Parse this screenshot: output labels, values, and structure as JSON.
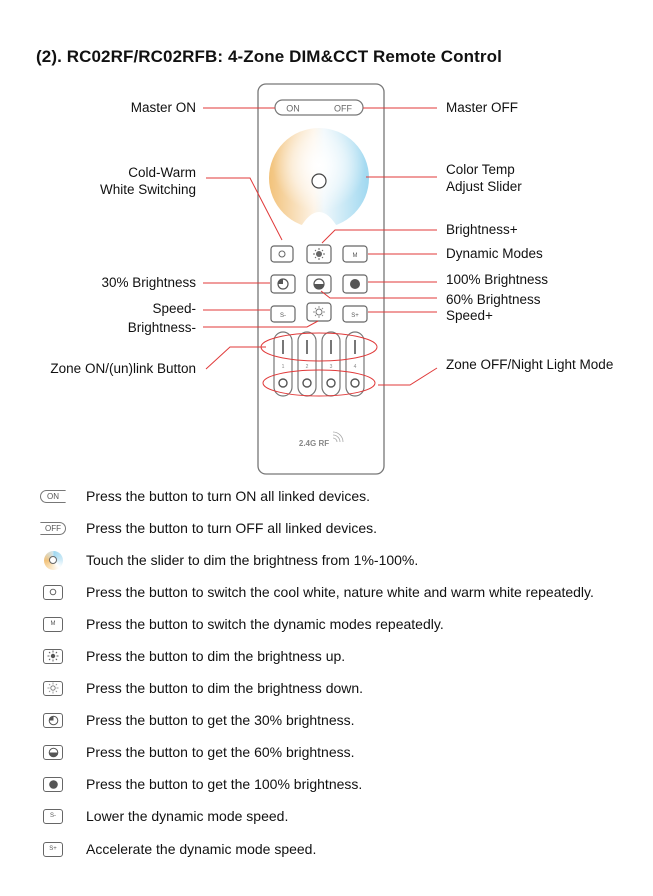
{
  "title": "(2). RC02RF/RC02RFB: 4-Zone DIM&CCT Remote Control",
  "remote": {
    "on_label": "ON",
    "off_label": "OFF",
    "mode_label": "M",
    "speed_minus_label": "S-",
    "speed_plus_label": "S+",
    "zones": [
      "1",
      "2",
      "3",
      "4"
    ],
    "brand_label": "2.4G RF"
  },
  "callouts": {
    "master_on": "Master ON",
    "master_off": "Master OFF",
    "cold_warm_line1": "Cold-Warm",
    "cold_warm_line2": "White Switching",
    "color_temp_line1": "Color Temp",
    "color_temp_line2": "Adjust Slider",
    "brightness_plus": "Brightness+",
    "dynamic_modes": "Dynamic Modes",
    "brightness_30": "30% Brightness",
    "brightness_100": "100% Brightness",
    "brightness_60": "60% Brightness",
    "speed_minus": "Speed-",
    "speed_plus": "Speed+",
    "brightness_minus": "Brightness-",
    "zone_on": "Zone ON/(un)link Button",
    "zone_off": "Zone OFF/Night Light Mode"
  },
  "legend": [
    {
      "icon": "on-pill-icon",
      "icon_label": "ON",
      "text": "Press the button to turn ON all linked devices."
    },
    {
      "icon": "off-pill-icon",
      "icon_label": "OFF",
      "text": "Press the button to turn OFF all linked devices."
    },
    {
      "icon": "color-wheel-icon",
      "icon_label": "",
      "text": "Touch the slider to dim the brightness from 1%-100%."
    },
    {
      "icon": "cct-switch-icon",
      "icon_label": "",
      "text": "Press the button to switch the cool white, nature white and warm white repeatedly."
    },
    {
      "icon": "mode-icon",
      "icon_label": "M",
      "text": "Press the button to switch the dynamic modes repeatedly."
    },
    {
      "icon": "brightness-up-icon",
      "icon_label": "",
      "text": "Press the button to dim the brightness up."
    },
    {
      "icon": "brightness-down-icon",
      "icon_label": "",
      "text": "Press the button to dim the brightness down."
    },
    {
      "icon": "brightness-30-icon",
      "icon_label": "",
      "text": "Press the button to get the 30% brightness."
    },
    {
      "icon": "brightness-60-icon",
      "icon_label": "",
      "text": "Press the button to get the 60% brightness."
    },
    {
      "icon": "brightness-100-icon",
      "icon_label": "",
      "text": "Press the button to get the 100% brightness."
    },
    {
      "icon": "speed-minus-icon",
      "icon_label": "S-",
      "text": "Lower the dynamic mode speed."
    },
    {
      "icon": "speed-plus-icon",
      "icon_label": "S+",
      "text": "Accelerate the dynamic mode speed."
    }
  ],
  "colors": {
    "callout_line": "#e03a3a",
    "remote_outline": "#777777",
    "cool": "#9fd8f0",
    "warm": "#f2c27a"
  }
}
